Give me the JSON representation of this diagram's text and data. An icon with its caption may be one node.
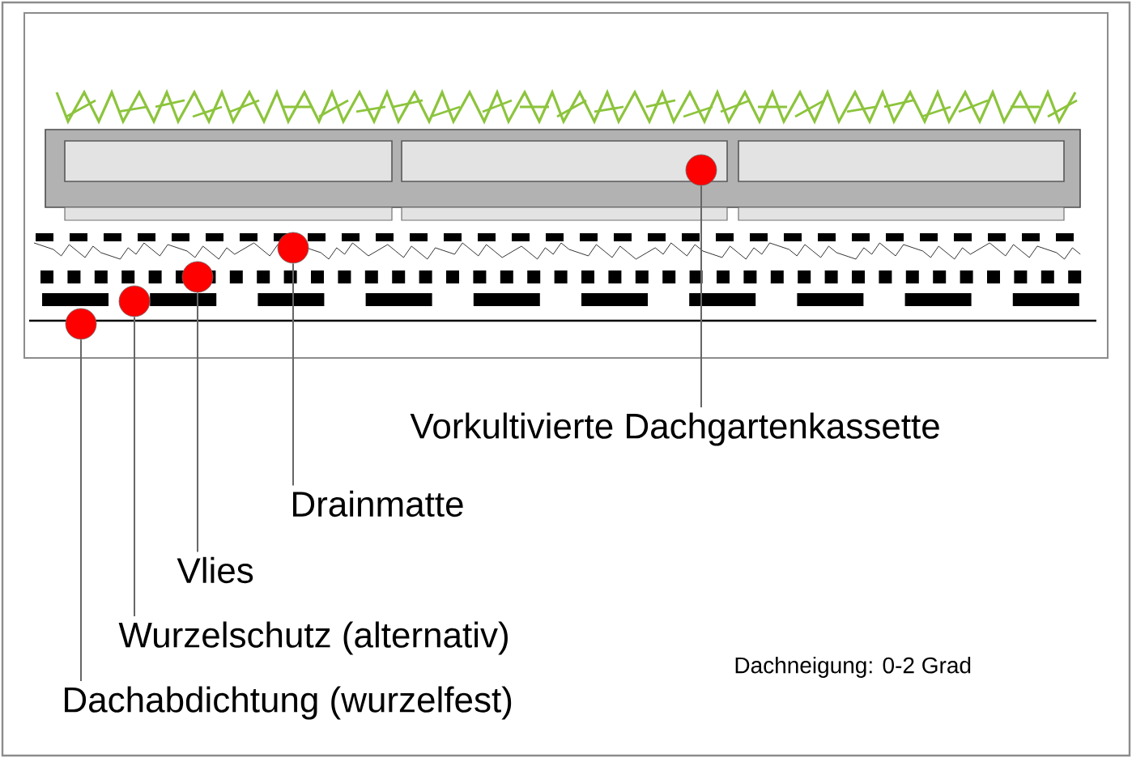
{
  "diagram": {
    "nodes": [
      {
        "text": [
          "Vorkultivierte Dachgartenkassette"
        ]
      },
      {
        "text": [
          "Drainmatte"
        ]
      },
      {
        "text": [
          "Vlies"
        ]
      },
      {
        "text": [
          "Wurzelschutz (alternativ)"
        ]
      },
      {
        "text": [
          "Dachabdichtung (wurzelfest)"
        ]
      },
      {
        "text": [],
        "shape": "circle"
      },
      {
        "text": [],
        "shape": "circle"
      },
      {
        "text": [],
        "shape": "circle"
      },
      {
        "text": [],
        "shape": "circle"
      },
      {
        "text": [],
        "shape": "circle"
      }
    ],
    "edges": [
      {
        "from": 0,
        "to": 9,
        "arrow": "none"
      },
      {
        "from": 1,
        "to": 8,
        "arrow": "none"
      },
      {
        "from": 2,
        "to": 7,
        "arrow": "none"
      },
      {
        "from": 3,
        "to": 6,
        "arrow": "none"
      },
      {
        "from": 4,
        "to": 5,
        "arrow": "none"
      }
    ],
    "labels": [
      "Dachneigung: 0-2 Grad"
    ]
  }
}
